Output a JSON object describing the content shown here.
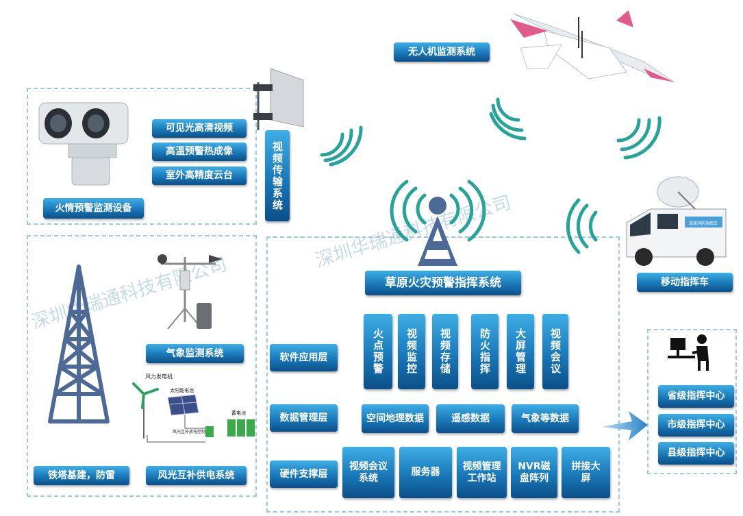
{
  "labels": {
    "uav_system": "无人机监测系统",
    "visible_hd": "可见光高清视频",
    "thermal": "高温预警热成像",
    "ptz": "室外高精度云台",
    "fire_device": "火情预警监测设备",
    "video_transport": "视频传输系统",
    "main_system": "草原火灾预警指挥系统",
    "mobile_vehicle": "移动指挥车",
    "weather": "气象监测系统",
    "tower": "铁塔基建，防雷",
    "wind_solar": "风光互补供电系统",
    "wind_gen": "风力发电机",
    "solar_panel": "太阳能电池",
    "battery": "蓄电池",
    "controller": "风光互补放电控制器",
    "layer_software": "软件应用层",
    "layer_data": "数据管理层",
    "layer_hardware": "硬件支撑层",
    "gis": "空间地理数据",
    "remote_sensing": "遥感数据",
    "meteo_data": "气象等数据",
    "province": "省级指挥中心",
    "city": "市级指挥中心",
    "county": "县级指挥中心",
    "van_text": "草原消防指挥车"
  },
  "software_modules": [
    "火点预警",
    "视频监控",
    "视频存储",
    "防火指挥",
    "大屏管理",
    "视频会议"
  ],
  "hardware_modules": [
    "视频会议系统",
    "服务器",
    "视频管理工作站",
    "NVR磁盘阵列",
    "拼接大屏"
  ],
  "watermark": "深圳华瑞通科技有限公司",
  "colors": {
    "accent": "#1a78b8",
    "signal": "#27a39a",
    "tower": "#4d6a96",
    "dash": "#9cc9e6"
  }
}
